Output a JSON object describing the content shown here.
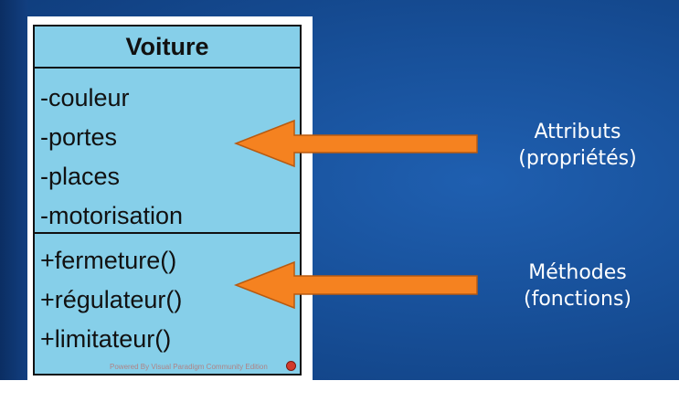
{
  "diagram": {
    "class_name": "Voiture",
    "attributes": [
      "-couleur",
      "-portes",
      "-places",
      "-motorisation"
    ],
    "methods": [
      "+fermeture()",
      "+régulateur()",
      "+limitateur()"
    ],
    "watermark": "Powered By  Visual Paradigm Community Edition"
  },
  "labels": {
    "attributes_line1": "Attributs",
    "attributes_line2": "(propriétés)",
    "methods_line1": "Méthodes",
    "methods_line2": "(fonctions)"
  },
  "colors": {
    "background": "#174f98",
    "class_fill": "#86cfe9",
    "arrow_fill": "#f58220",
    "label_text": "#ffffff"
  }
}
